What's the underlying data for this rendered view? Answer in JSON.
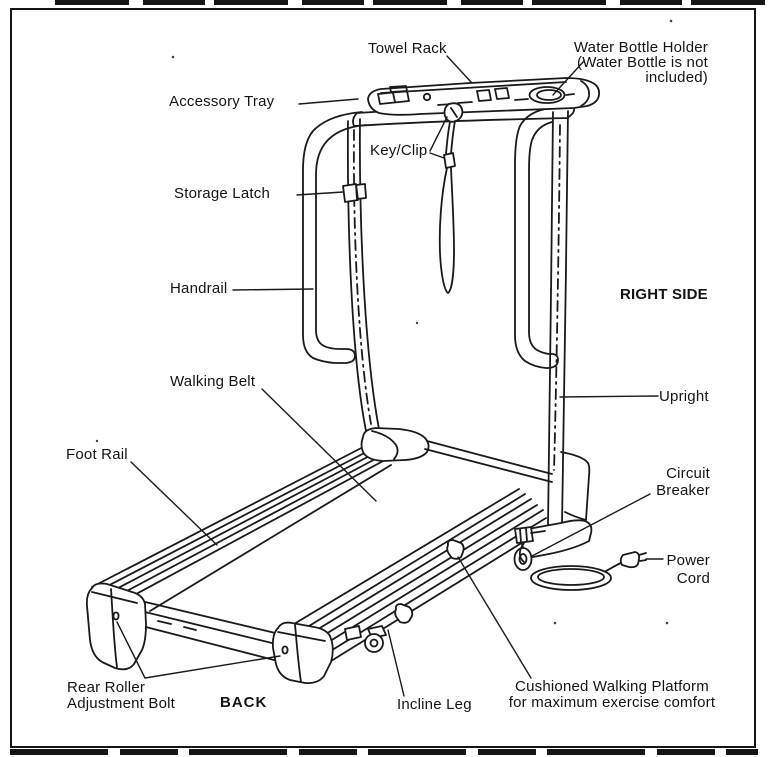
{
  "colors": {
    "ink": "#1a1a1a",
    "paper": "#ffffff"
  },
  "labels": {
    "towel_rack": "Towel Rack",
    "water_bottle_holder": "Water Bottle Holder\n(Water Bottle is not\nincluded)",
    "accessory_tray": "Accessory Tray",
    "key_clip": "Key/Clip",
    "storage_latch": "Storage Latch",
    "handrail": "Handrail",
    "right_side": "RIGHT SIDE",
    "walking_belt": "Walking Belt",
    "upright": "Upright",
    "foot_rail": "Foot Rail",
    "circuit_breaker": "Circuit\nBreaker",
    "power_cord": "Power\nCord",
    "rear_roller_adjustment_bolt": "Rear Roller\nAdjustment Bolt",
    "back": "BACK",
    "incline_leg": "Incline Leg",
    "cushioned_walking_platform": "Cushioned Walking Platform\nfor maximum exercise comfort"
  }
}
